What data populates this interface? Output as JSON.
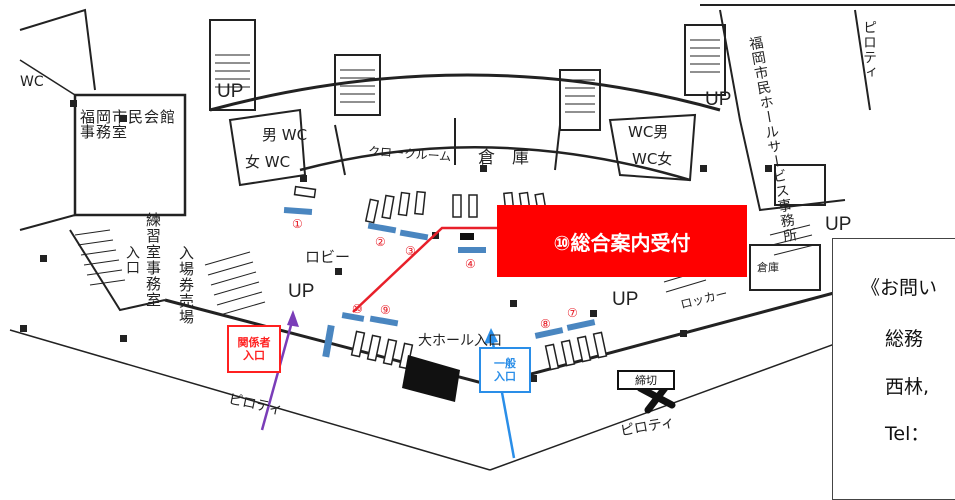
{
  "counter_numbers": [
    "①",
    "②",
    "③",
    "④",
    "⑦",
    "⑧",
    "⑨",
    "⑩"
  ],
  "highlight": {
    "label": "⑩総合案内受付",
    "color": "#ff0000",
    "line_color": "#e8202a"
  },
  "contact_box": {
    "lines": [
      "《お問い",
      "総務",
      "西林,",
      "Tel："
    ]
  },
  "entrances": {
    "staff": {
      "line1": "関係者",
      "line2": "入口",
      "color": "#ff2020",
      "arrow_color": "#7a3db8"
    },
    "general": {
      "line1": "一般",
      "line2": "入口",
      "color": "#2a8ee8",
      "arrow_color": "#2a8ee8"
    }
  },
  "deadline_label": "締切",
  "room_labels": {
    "office_left": "福岡市民会館事務室",
    "practice_room": "練習室事務室",
    "entrance_vertical": "入口",
    "ticket_booth": "入場券売場",
    "lobby": "ロビー",
    "cloakroom": "クロークルーム",
    "storage": "倉　庫",
    "storage_right": "倉庫",
    "wc_men_left": "男 WC",
    "wc_women_left": "女 WC",
    "wc_men_right": "WC男",
    "wc_women_right": "WC女",
    "wc_far_left": "WC",
    "hall_entrance": "大ホール入口",
    "pilotis_left": "ピロティ",
    "pilotis_right": "ピロティ",
    "lockers": "ロッカー",
    "service_office": "福岡市民ホールサービス事務所",
    "pilotis_top": "ピロティ"
  },
  "up_label": "UP",
  "colors": {
    "counter_blue": "#4a86c0",
    "wall": "#222222"
  }
}
